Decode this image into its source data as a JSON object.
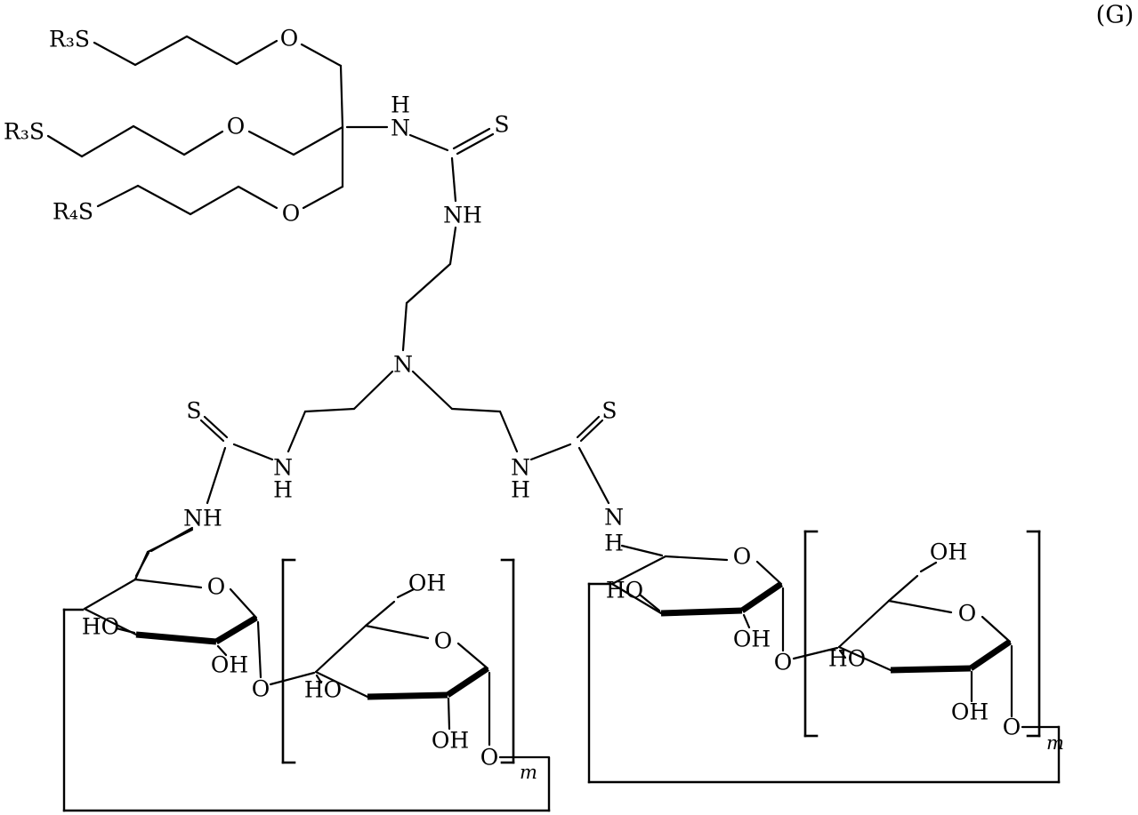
{
  "figure": {
    "tag": "(G)"
  },
  "atoms": {
    "r3s_1": "R₃S",
    "r3s_2": "R₃S",
    "r4s": "R₄S",
    "o_ether_1": "O",
    "o_ether_2": "O",
    "o_ether_3": "O",
    "h_top": "H",
    "n_top": "N",
    "s_top": "S",
    "nh_top": "NH",
    "n_center": "N",
    "s_left": "S",
    "n_left": "N",
    "h_left": "H",
    "nh_left": "NH",
    "n_right": "N",
    "h_right": "H",
    "s_right": "S",
    "n_right2": "N",
    "h_right2": "H"
  },
  "left_sugar_1": {
    "ring_o": "O",
    "ho": "HO",
    "oh": "OH",
    "glycosidic_o": "O"
  },
  "left_sugar_2": {
    "ch2oh": "OH",
    "ring_o": "O",
    "ho": "HO",
    "oh": "OH",
    "chain_o": "O"
  },
  "left_repeat": {
    "subscript": "m"
  },
  "right_sugar_1": {
    "ring_o": "O",
    "ho": "HO",
    "oh": "OH",
    "glycosidic_o": "O"
  },
  "right_sugar_2": {
    "ch2oh": "OH",
    "ring_o": "O",
    "ho": "HO",
    "oh": "OH",
    "chain_o": "O"
  },
  "right_repeat": {
    "subscript": "m"
  }
}
